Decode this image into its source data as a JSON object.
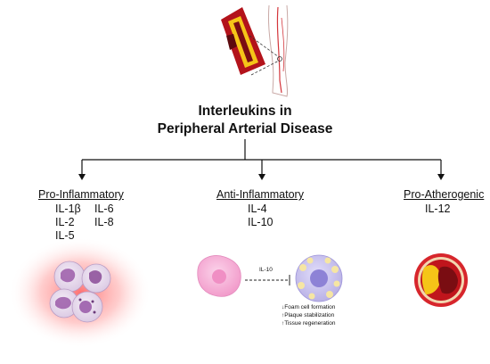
{
  "title": {
    "line1": "Interleukins in",
    "line2": "Peripheral Arterial Disease"
  },
  "categories": [
    {
      "heading": "Pro-Inflammatory",
      "interleukins": [
        "IL-1β",
        "IL-2",
        "IL-5",
        "IL-6",
        "IL-8"
      ]
    },
    {
      "heading": "Anti-Inflammatory",
      "interleukins": [
        "IL-4",
        "IL-10"
      ]
    },
    {
      "heading": "Pro-Atherogenic",
      "interleukins": [
        "IL-12"
      ]
    }
  ],
  "anti_panel": {
    "inhibition_label": "IL-10",
    "effects": [
      "Foam cell formation",
      "Plaque stabilization",
      "Tissue regeneration"
    ],
    "effect_arrows": [
      "↓",
      "↑",
      "↑"
    ]
  },
  "colors": {
    "artery_red": "#b3131b",
    "plaque_yellow": "#f5c518",
    "inflammation_glow": "#ff6b6b",
    "cell_pink": "#f6b6d8",
    "foam_cell_lilac": "#c9c3ec",
    "vessel_ring": "#d7262c"
  }
}
